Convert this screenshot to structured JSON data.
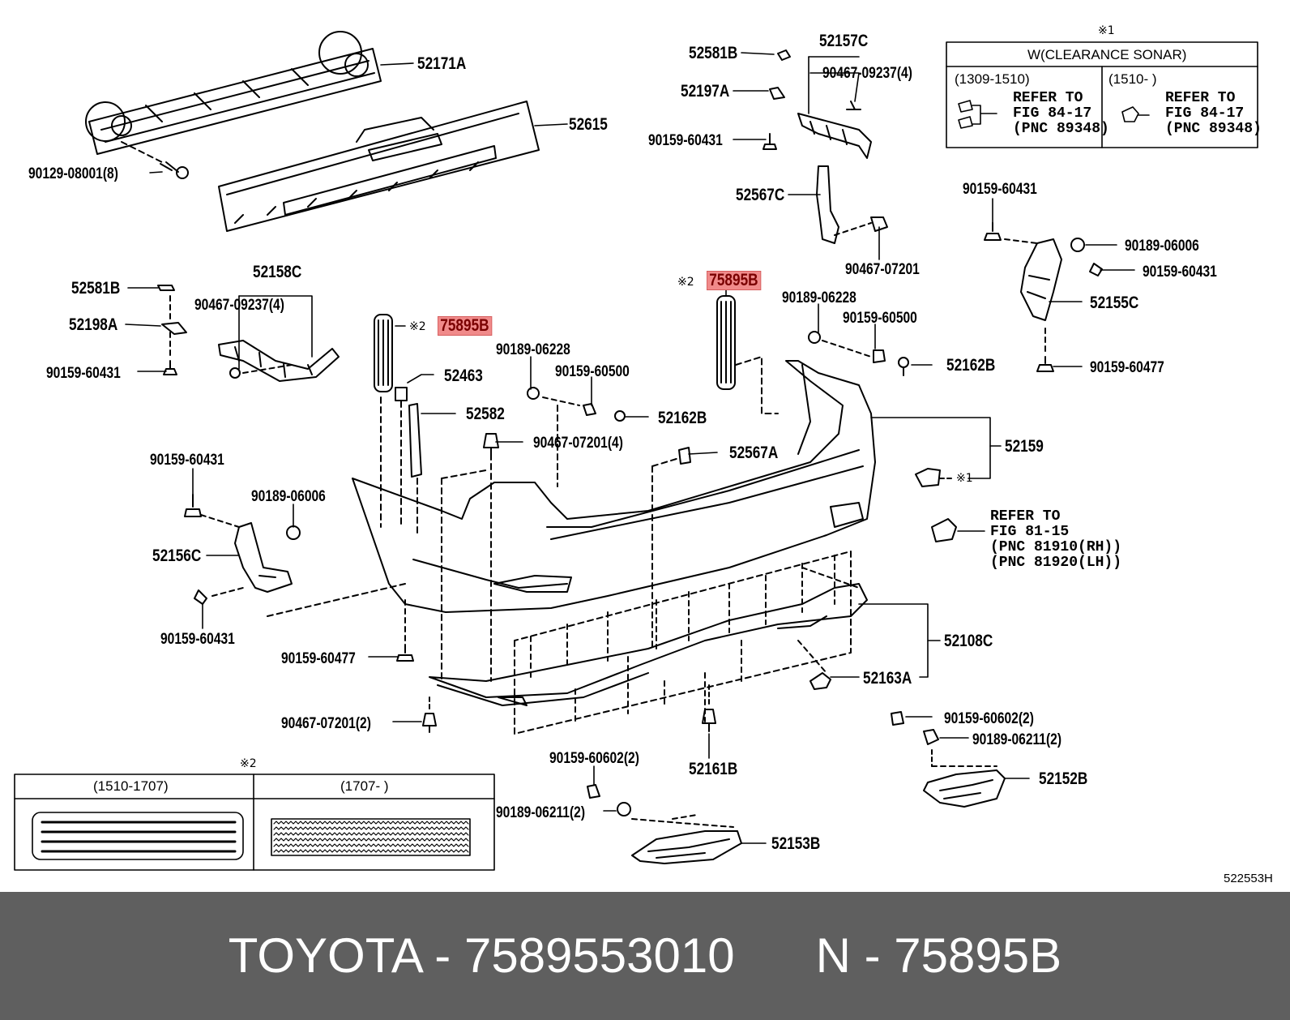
{
  "labels": {
    "p52171A": "52171A",
    "p52615": "52615",
    "p90129": "90129-08001(8)",
    "p52581B_a": "52581B",
    "p52157C": "52157C",
    "p90467_09237_a": "90467-09237(4)",
    "p52197A": "52197A",
    "p90159_60431_a": "90159-60431",
    "p52567C": "52567C",
    "p90467_07201_a": "90467-07201",
    "p52581B_b": "52581B",
    "p52158C": "52158C",
    "p90467_09237_b": "90467-09237(4)",
    "p52198A": "52198A",
    "p90159_60431_b": "90159-60431",
    "p75895B_a": "75895B",
    "p52463": "52463",
    "p52582": "52582",
    "p90189_06228_a": "90189-06228",
    "p90159_60500_a": "90159-60500",
    "p52162B_a": "52162B",
    "p90467_07201_b": "90467-07201(4)",
    "p52567A": "52567A",
    "p75895B_b": "75895B",
    "p90189_06228_b": "90189-06228",
    "p90159_60500_b": "90159-60500",
    "p52162B_b": "52162B",
    "p90159_60431_c": "90159-60431",
    "p90189_06006_a": "90189-06006",
    "p90159_60431_d": "90159-60431",
    "p52155C": "52155C",
    "p90159_60477_a": "90159-60477",
    "p52159": "52159",
    "p90159_60431_e": "90159-60431",
    "p90189_06006_b": "90189-06006",
    "p52156C": "52156C",
    "p90159_60431_f": "90159-60431",
    "p90159_60477_b": "90159-60477",
    "p52108C": "52108C",
    "p52163A": "52163A",
    "p90467_07201_c": "90467-07201(2)",
    "p52161B": "52161B",
    "p90159_60602_a": "90159-60602(2)",
    "p90189_06211_a": "90189-06211(2)",
    "p52152B": "52152B",
    "p90159_60602_b": "90159-60602(2)",
    "p90189_06211_b": "90189-06211(2)",
    "p52153B": "52153B"
  },
  "notes": {
    "mark1": "※1",
    "mark1_b": "※1",
    "mark2_a": "※2",
    "mark2_b": "※2",
    "mark2_c": "※2"
  },
  "refer": {
    "line1": "REFER TO",
    "line2": "FIG 81-15",
    "line3": "(PNC 81910(RH))",
    "line4": "(PNC 81920(LH))"
  },
  "sonar_table": {
    "title": "W(CLEARANCE SONAR)",
    "left_header": "(1309-1510)",
    "right_header": "(1510-        )",
    "left_ref": [
      "REFER TO",
      "FIG 84-17",
      "(PNC 89348)"
    ],
    "right_ref": [
      "REFER TO",
      "FIG 84-17",
      "(PNC 89348)"
    ]
  },
  "variant_table": {
    "left_header": "(1510-1707)",
    "right_header": "(1707-        )"
  },
  "ref_code": "522553H",
  "footer": {
    "text": "TOYOTA - 7589553010      N - 75895B"
  },
  "colors": {
    "highlight": "#f08a8a",
    "footer_bg": "#5f5f5f",
    "line": "#000000"
  }
}
